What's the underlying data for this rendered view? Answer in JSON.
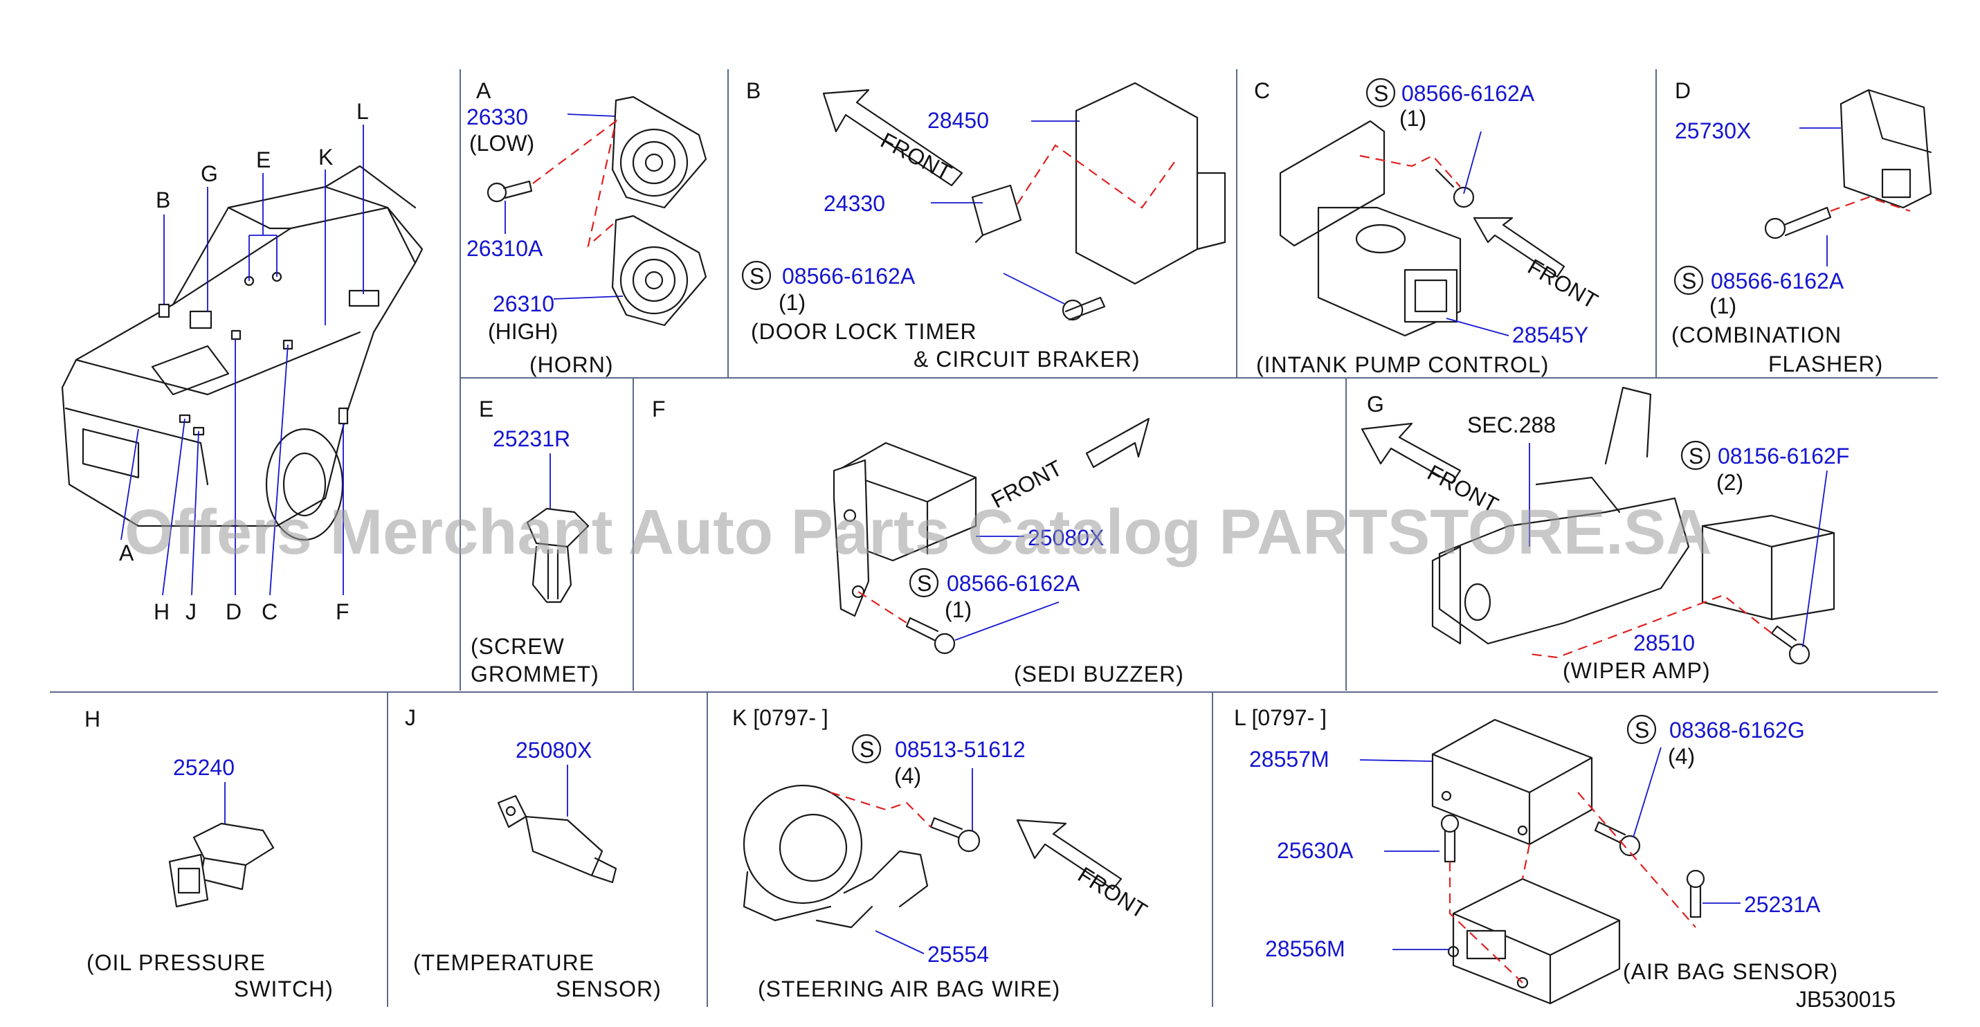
{
  "drawing_code": "JB530015",
  "watermark": "Offers Merchant Auto Parts Catalog PARTSTORE.SA",
  "overview": {
    "labels": [
      "B",
      "G",
      "E",
      "K",
      "L",
      "A",
      "H",
      "J",
      "D",
      "C",
      "F"
    ]
  },
  "panels": {
    "A": {
      "letter": "A",
      "parts": [
        {
          "num": "26330",
          "qty": "(LOW)"
        },
        {
          "num": "26310A"
        },
        {
          "num": "26310",
          "qty": "(HIGH)"
        }
      ],
      "caption": "(HORN)"
    },
    "B": {
      "letter": "B",
      "front": "FRONT",
      "parts": [
        {
          "num": "28450"
        },
        {
          "num": "24330"
        },
        {
          "num": "08566-6162A",
          "qty": "(1)",
          "std": "S"
        }
      ],
      "caption_1": "(DOOR  LOCK  TIMER",
      "caption_2": "&  CIRCUIT  BRAKER)"
    },
    "C": {
      "letter": "C",
      "front": "FRONT",
      "parts": [
        {
          "num": "08566-6162A",
          "qty": "(1)",
          "std": "S"
        },
        {
          "num": "28545Y"
        }
      ],
      "caption": "(INTANK  PUMP        CONTROL)"
    },
    "D": {
      "letter": "D",
      "parts": [
        {
          "num": "25730X"
        },
        {
          "num": "08566-6162A",
          "qty": "(1)",
          "std": "S"
        }
      ],
      "caption_1": "(COMBINATION",
      "caption_2": "FLASHER)"
    },
    "E": {
      "letter": "E",
      "parts": [
        {
          "num": "25231R"
        }
      ],
      "caption_1": "(SCREW",
      "caption_2": "GROMMET)"
    },
    "F": {
      "letter": "F",
      "front": "FRONT",
      "parts": [
        {
          "num": "25080X"
        },
        {
          "num": "08566-6162A",
          "qty": "(1)",
          "std": "S"
        }
      ],
      "caption": "(SEDI  BUZZER)"
    },
    "G": {
      "letter": "G",
      "front": "FRONT",
      "sec": "SEC.288",
      "parts": [
        {
          "num": "08156-6162F",
          "qty": "(2)",
          "std": "S"
        },
        {
          "num": "28510"
        }
      ],
      "caption": "(WIPER  AMP)"
    },
    "H": {
      "letter": "H",
      "parts": [
        {
          "num": "25240"
        }
      ],
      "caption_1": "(OIL  PRESSURE",
      "caption_2": "SWITCH)"
    },
    "J": {
      "letter": "J",
      "parts": [
        {
          "num": "25080X"
        }
      ],
      "caption_1": "(TEMPERATURE",
      "caption_2": "SENSOR)"
    },
    "K": {
      "letter": "K  [0797-                      ]",
      "front": "FRONT",
      "parts": [
        {
          "num": "08513-51612",
          "qty": "(4)",
          "std": "S"
        },
        {
          "num": "25554"
        }
      ],
      "caption": "(STEERING  AIR        BAG  WIRE)"
    },
    "L": {
      "letter": "L  [0797-                      ]",
      "parts": [
        {
          "num": "28557M"
        },
        {
          "num": "08368-6162G",
          "qty": "(4)",
          "std": "S"
        },
        {
          "num": "25630A"
        },
        {
          "num": "25231A"
        },
        {
          "num": "28556M"
        }
      ],
      "caption": "(AIR  BAG  SENSOR)"
    }
  }
}
